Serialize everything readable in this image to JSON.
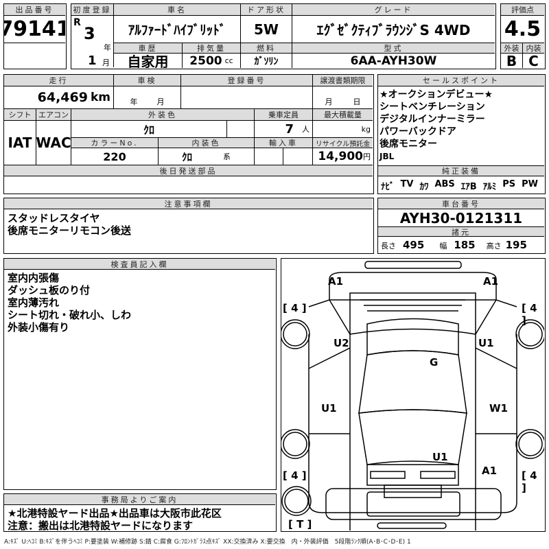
{
  "lot": {
    "label": "出品番号",
    "value": "79141"
  },
  "vehicle": {
    "first_reg_label": "初度登録",
    "era": "R",
    "year": "3",
    "year_unit": "年",
    "month": "1",
    "month_unit": "月",
    "name_label": "車名",
    "name": "ｱﾙﾌｧｰﾄﾞﾊｲﾌﾞﾘｯﾄﾞ",
    "door_label": "ドア形状",
    "door": "5W",
    "grade_label": "グレード",
    "grade": "ｴｸﾞｾﾞｸﾃｨﾌﾞﾗｳﾝｼﾞS 4WD",
    "history_label": "車歴",
    "history": "自家用",
    "displacement_label": "排気量",
    "displacement": "2500",
    "displacement_unit": "cc",
    "fuel_label": "燃料",
    "fuel": "ｶﾞｿﾘﾝ",
    "model_label": "型式",
    "model": "6AA-AYH30W"
  },
  "score": {
    "label": "評価点",
    "value": "4.5",
    "ext_label": "外装",
    "int_label": "内装",
    "ext": "B",
    "int": "C"
  },
  "details": {
    "mileage_label": "走行",
    "mileage": "64,469",
    "mileage_unit": "km",
    "inspection_label": "車検",
    "inspection_year": "年",
    "inspection_month": "月",
    "reg_no_label": "登録番号",
    "transfer_label": "譲渡書類期限",
    "transfer_month": "月",
    "transfer_day": "日",
    "shift_label": "シフト",
    "shift": "IAT",
    "ac_label": "エアコン",
    "ac": "WAC",
    "ext_color_label": "外装色",
    "ext_color": "ｸﾛ",
    "capacity_label": "乗車定員",
    "capacity": "7",
    "capacity_unit": "人",
    "max_load_label": "最大積載量",
    "max_load_unit": "kg",
    "color_no_label": "カラーNo.",
    "color_no": "220",
    "int_color_label": "内装色",
    "int_color": "ｸﾛ",
    "int_color_suffix": "系",
    "import_label": "輸入車",
    "recycle_label": "リサイクル預託金",
    "recycle": "14,900",
    "recycle_unit": "円",
    "later_parts_label": "後日発送部品"
  },
  "sales_points": {
    "label": "セールスポイント",
    "items": [
      "★オークションデビュー★",
      "シートベンチレーション",
      "デジタルインナーミラー",
      "パワーバックドア",
      "後席モニター",
      "JBL"
    ]
  },
  "equipment": {
    "label": "純正装備",
    "items": [
      "ﾅﾋﾞ",
      "TV",
      "ｶﾜ",
      "ABS",
      "ｴｱB",
      "ｱﾙﾐ",
      "PS",
      "PW"
    ]
  },
  "notes": {
    "label": "注意事項欄",
    "lines": [
      "スタッドレスタイヤ",
      "後席モニターリモコン後送"
    ]
  },
  "chassis": {
    "label": "車台番号",
    "value": "AYH30-0121311",
    "spec_label": "諸元",
    "length_label": "長さ",
    "length": "495",
    "width_label": "幅",
    "width": "185",
    "height_label": "高さ",
    "height": "195"
  },
  "inspector": {
    "label": "検査員記入欄",
    "lines": [
      "室内内張傷",
      "ダッシュ板のり付",
      "室内薄汚れ",
      "シート切れ・破れ小、しわ",
      "外装小傷有り"
    ]
  },
  "diagram": {
    "marks": [
      "A1",
      "A1",
      "[ 4 ]",
      "[ 4 ]",
      "U2",
      "U1",
      "G",
      "U1",
      "W1",
      "U1",
      "A1",
      "[ 4 ]",
      "[ 4 ]",
      "[ T ]"
    ]
  },
  "office": {
    "label": "事務局よりご案内",
    "lines": [
      "★北港特設ヤード出品★出品車は大阪市此花区",
      "注意：搬出は北港特設ヤードになります"
    ]
  },
  "legend": "A:ｷｽﾞ U:ﾍｺﾐ B:ｷｽﾞを伴うﾍｺﾐ P:要塗装 W:補修跡 S:錆 C:腐食 G:ﾌﾛﾝﾄｶﾞﾗｽ点ｷｽﾞ XX:交換済み X:要交換　内・外装評価　5段階ﾗﾝｸ順(A･B･C･D･E) 1"
}
